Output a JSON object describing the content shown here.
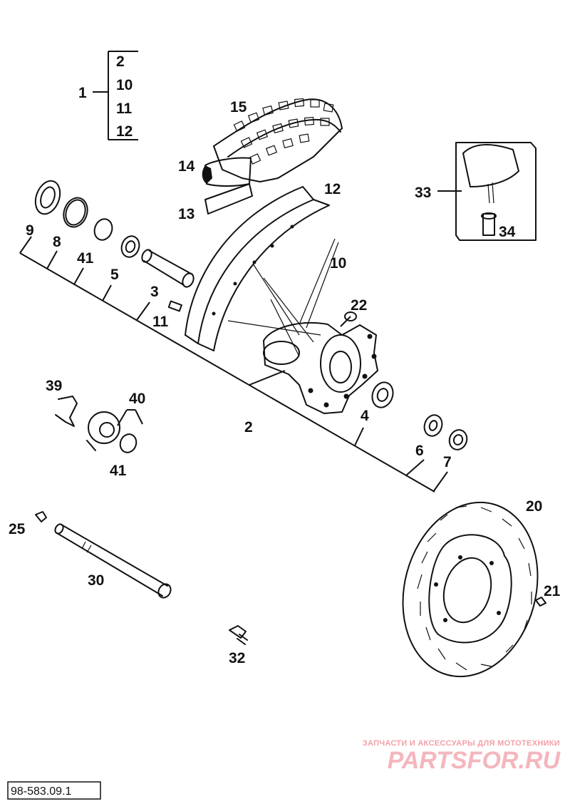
{
  "callouts": {
    "c1": "1",
    "g2": "2",
    "g10": "10",
    "g11": "11",
    "g12": "12",
    "c15": "15",
    "c14": "14",
    "c13": "13",
    "c12": "12",
    "c10": "10",
    "c33": "33",
    "c34": "34",
    "c9": "9",
    "c8": "8",
    "c41a": "41",
    "c5": "5",
    "c3": "3",
    "c11": "11",
    "c22": "22",
    "c2": "2",
    "c4": "4",
    "c6": "6",
    "c7": "7",
    "c39": "39",
    "c40": "40",
    "c41b": "41",
    "c25": "25",
    "c30": "30",
    "c32": "32",
    "c20": "20",
    "c21": "21"
  },
  "watermark": {
    "tagline": "ЗАПЧАСТИ И АКСЕССУАРЫ ДЛЯ МОТОТЕХНИКИ",
    "logo": "PARTSFOR.RU"
  },
  "drawing_code": "98-583.09.1"
}
